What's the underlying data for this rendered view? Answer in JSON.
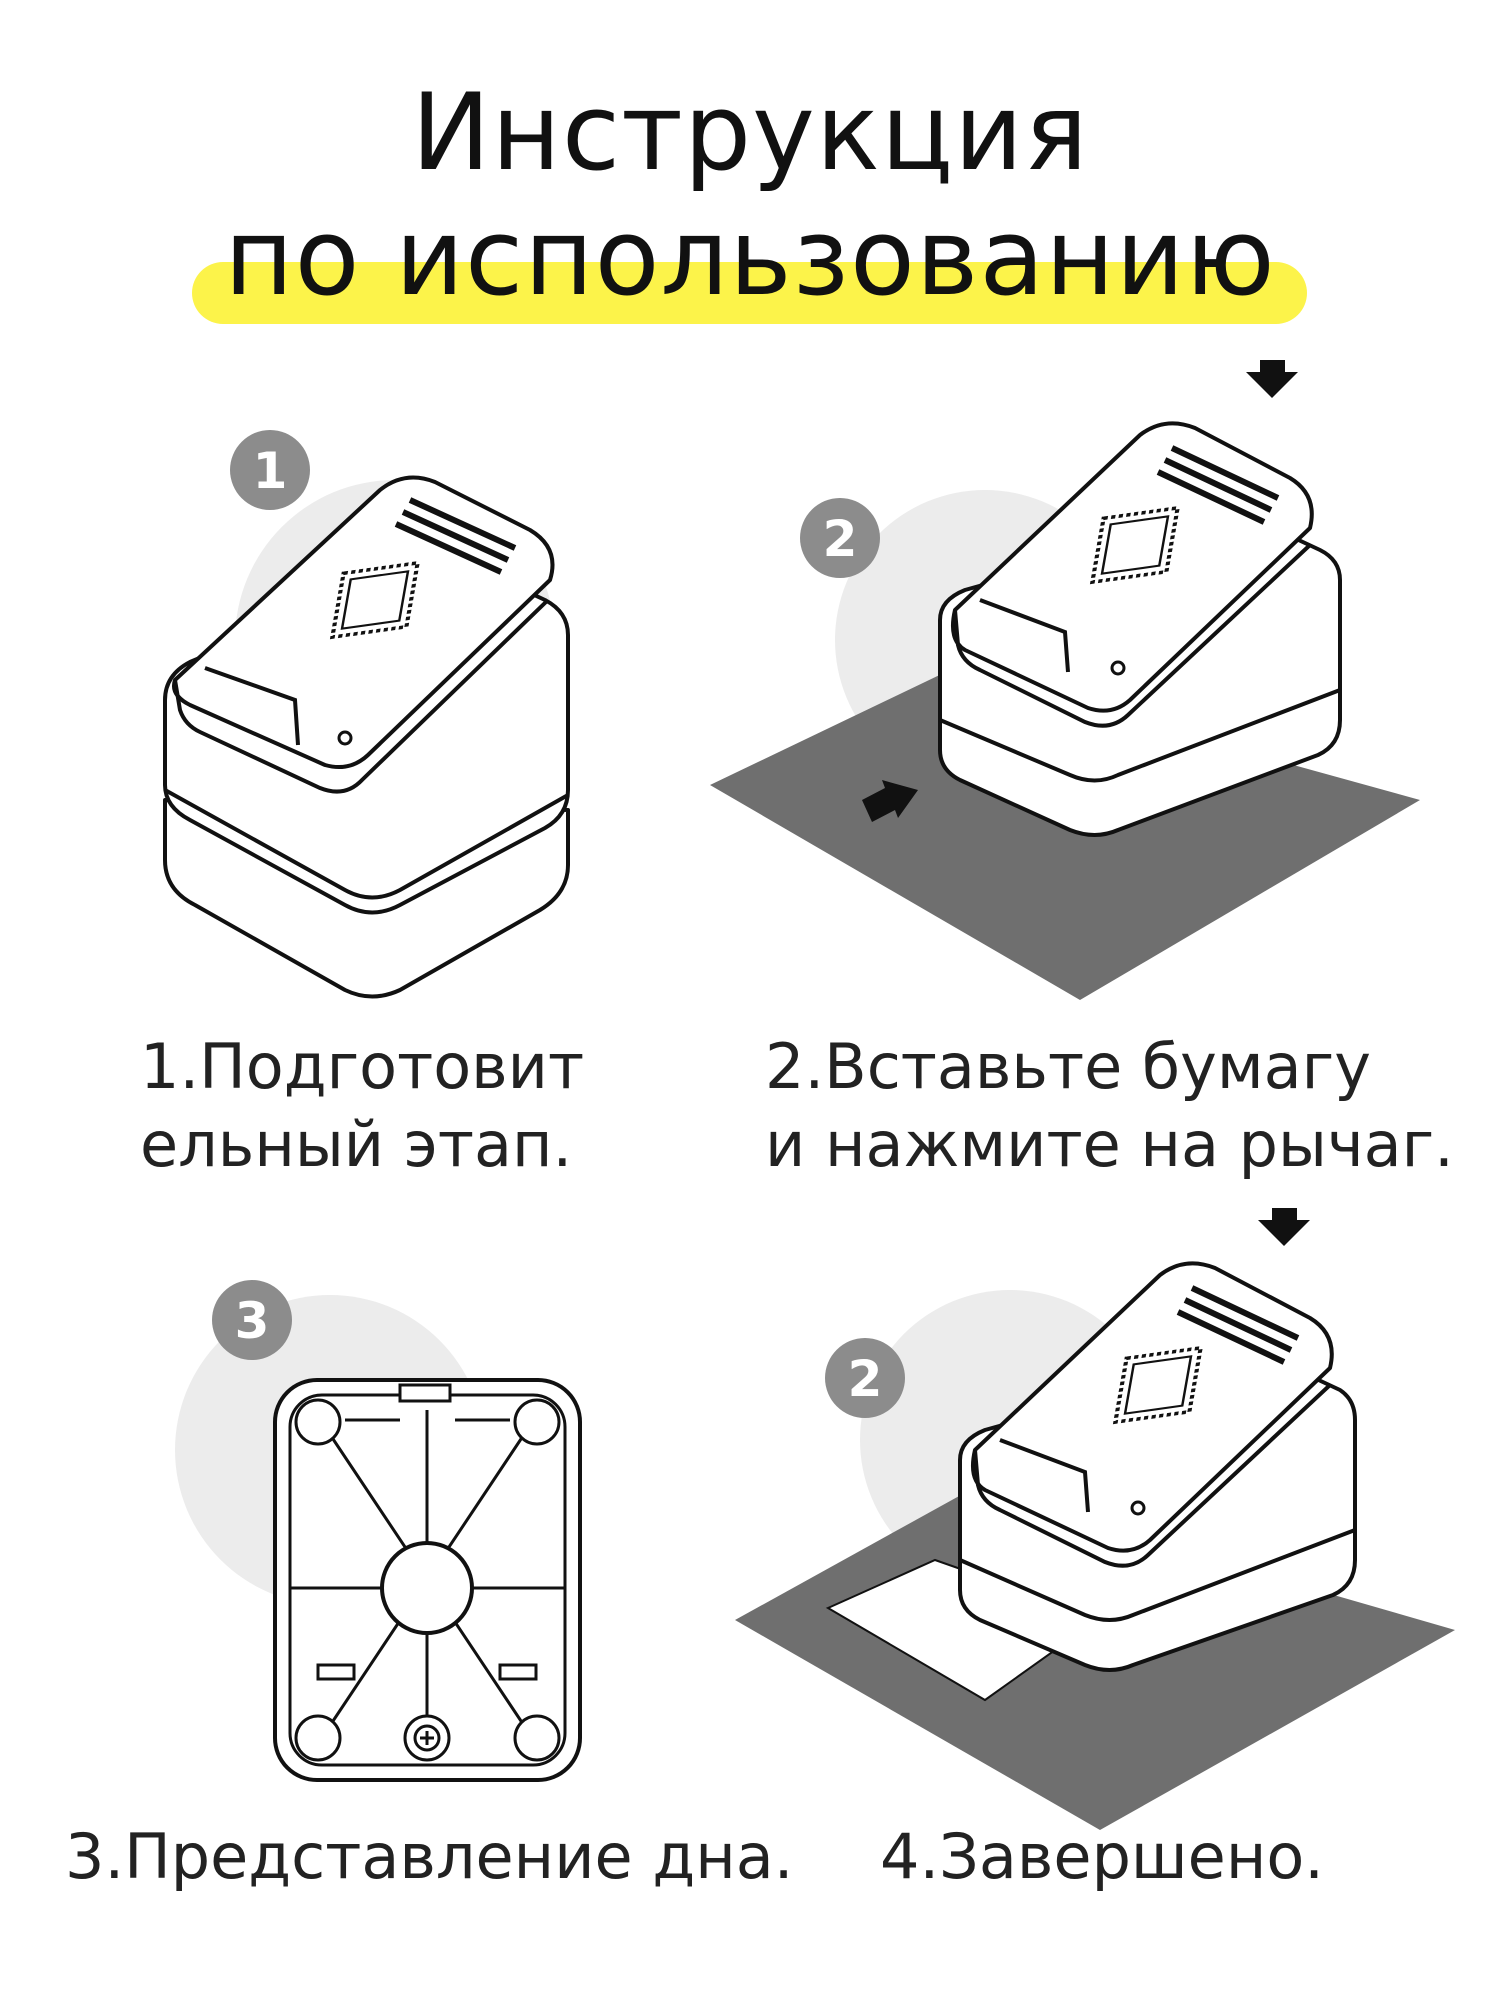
{
  "title": {
    "line1": "Инструкция",
    "line2": "по использованию",
    "highlight_color": "#fcf34a"
  },
  "steps": [
    {
      "badge": "1",
      "caption_line1": "1.Подготовит",
      "caption_line2": "ельный этап."
    },
    {
      "badge": "2",
      "caption_line1": "2.Вставьте бумагу",
      "caption_line2": "и нажмите на рычаг."
    },
    {
      "badge": "3",
      "caption_line1": "3.Представление дна.",
      "caption_line2": ""
    },
    {
      "badge": "2",
      "caption_line1": "4.Завершено.",
      "caption_line2": ""
    }
  ],
  "colors": {
    "badge": "#8c8c8c",
    "circle_bg": "#ececec",
    "paper_sheet": "#6f6f6f",
    "outline": "#111111"
  }
}
